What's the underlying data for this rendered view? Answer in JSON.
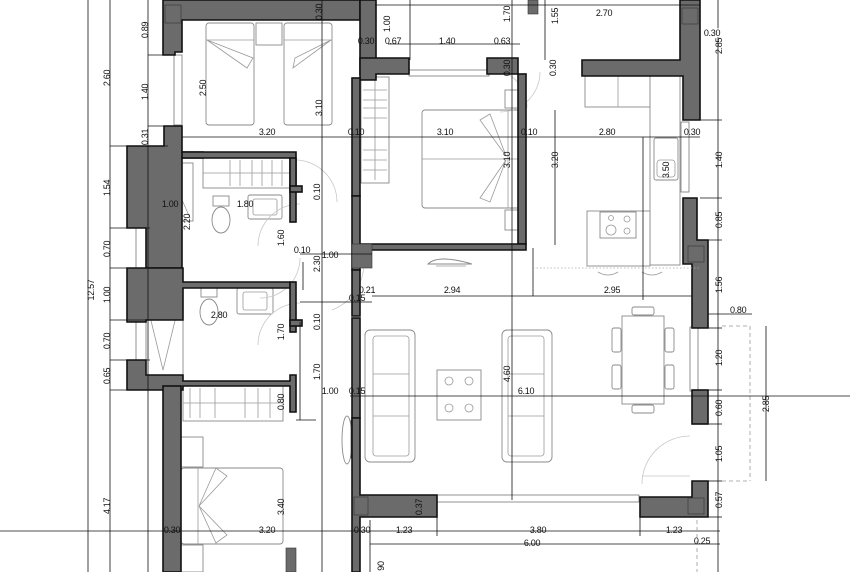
{
  "plan": {
    "type": "residential floor plan",
    "units": "m",
    "colors": {
      "wall_fill": "#6b6b6b",
      "wall_outline": "#111111",
      "furniture_line": "#8a8a8a",
      "background": "#ffffff"
    },
    "dimensions": {
      "left_outer_total": "12.57",
      "left_outer_top": "2.60",
      "left_outer_bottom": "4.17",
      "left_inner_089": "0.89",
      "left_inner_140": "1.40",
      "left_inner_031": "0.31",
      "left_inner_154": "1.54",
      "left_inner_070a": "0.70",
      "left_inner_100": "1.00",
      "left_inner_070b": "0.70",
      "left_inner_065": "0.65",
      "bedroom1_depth": "2.50",
      "bedroom1_width": "3.20",
      "bedroom1_height": "3.10",
      "bedroom1_wall_top": "0.30",
      "wall_030_top": "0.30",
      "top_067": "0.67",
      "top_140": "1.40",
      "top_063": "0.63",
      "top_100": "1.00",
      "top_170": "1.70",
      "top_155": "1.55",
      "top_270": "2.70",
      "top_030_right": "0.30",
      "top_030_mid": "0.30",
      "top_030_door": "0.30",
      "right_285": "2.85",
      "right_140": "1.40",
      "right_085": "0.85",
      "right_156": "1.56",
      "right_080": "0.80",
      "right_120": "1.20",
      "right_060": "0.60",
      "right_105": "1.05",
      "right_057": "0.57",
      "right_terrace_285": "2.85",
      "bedroom2_width": "3.10",
      "bedroom2_height": "3.10",
      "bedroom2_wall_l": "0.10",
      "bedroom2_wall_r": "0.10",
      "kitchen_width": "2.80",
      "kitchen_depth": "3.20",
      "kitchen_sink": "3.50",
      "kitchen_030": "0.30",
      "bath1_width": "1.00",
      "bath1_180": "1.80",
      "bath1_220": "2.20",
      "bath1_160": "1.60",
      "bath1_010": "0.10",
      "bath2_280": "2.80",
      "bath2_170": "1.70",
      "bath2_010": "0.10",
      "corridor_010": "0.10",
      "corridor_230": "2.30",
      "corridor_100": "1.00",
      "corridor_170": "1.70",
      "corridor_100b": "1.00",
      "corridor_080": "0.80",
      "living_021": "0.21",
      "living_294": "2.94",
      "living_295": "2.95",
      "living_015": "0.15",
      "living_610": "6.10",
      "living_015b": "0.15",
      "living_460": "4.60",
      "bedroom3_030": "0.30",
      "bedroom3_320": "3.20",
      "bedroom3_340": "3.40",
      "bedroom3_030b": "0.30",
      "bottom_037": "0.37",
      "bottom_030": "0.30",
      "bottom_123a": "1.23",
      "bottom_380": "3.80",
      "bottom_123b": "1.23",
      "bottom_600": "6.00",
      "bottom_025": "0.25",
      "bottom_090": "90"
    }
  }
}
